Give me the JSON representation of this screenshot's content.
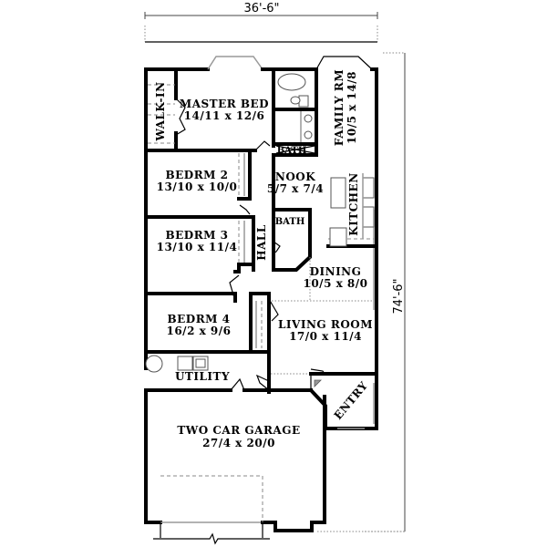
{
  "dimensions": {
    "width": "36'-6\"",
    "depth": "74'-6\""
  },
  "rooms": {
    "walk_in": {
      "name": "WALK-IN"
    },
    "master_bed": {
      "name": "MASTER BED",
      "size": "14/11 x 12/6"
    },
    "master_bath": {
      "name": "BATH"
    },
    "family_rm": {
      "name": "FAMILY RM",
      "size": "10/5 x 14/8"
    },
    "bedrm2": {
      "name": "BEDRM 2",
      "size": "13/10 x 10/0"
    },
    "nook": {
      "name": "NOOK",
      "size": "5/7 x 7/4"
    },
    "kitchen": {
      "name": "KITCHEN"
    },
    "hall_bath": {
      "name": "BATH"
    },
    "hall": {
      "name": "HALL"
    },
    "bedrm3": {
      "name": "BEDRM 3",
      "size": "13/10 x 11/4"
    },
    "dining": {
      "name": "DINING",
      "size": "10/5 x 8/0"
    },
    "bedrm4": {
      "name": "BEDRM 4",
      "size": "16/2 x 9/6"
    },
    "living_room": {
      "name": "LIVING ROOM",
      "size": "17/0 x 11/4"
    },
    "utility": {
      "name": "UTILITY"
    },
    "entry": {
      "name": "ENTRY"
    },
    "garage": {
      "name": "TWO CAR GARAGE",
      "size": "27/4 x 20/0"
    }
  }
}
